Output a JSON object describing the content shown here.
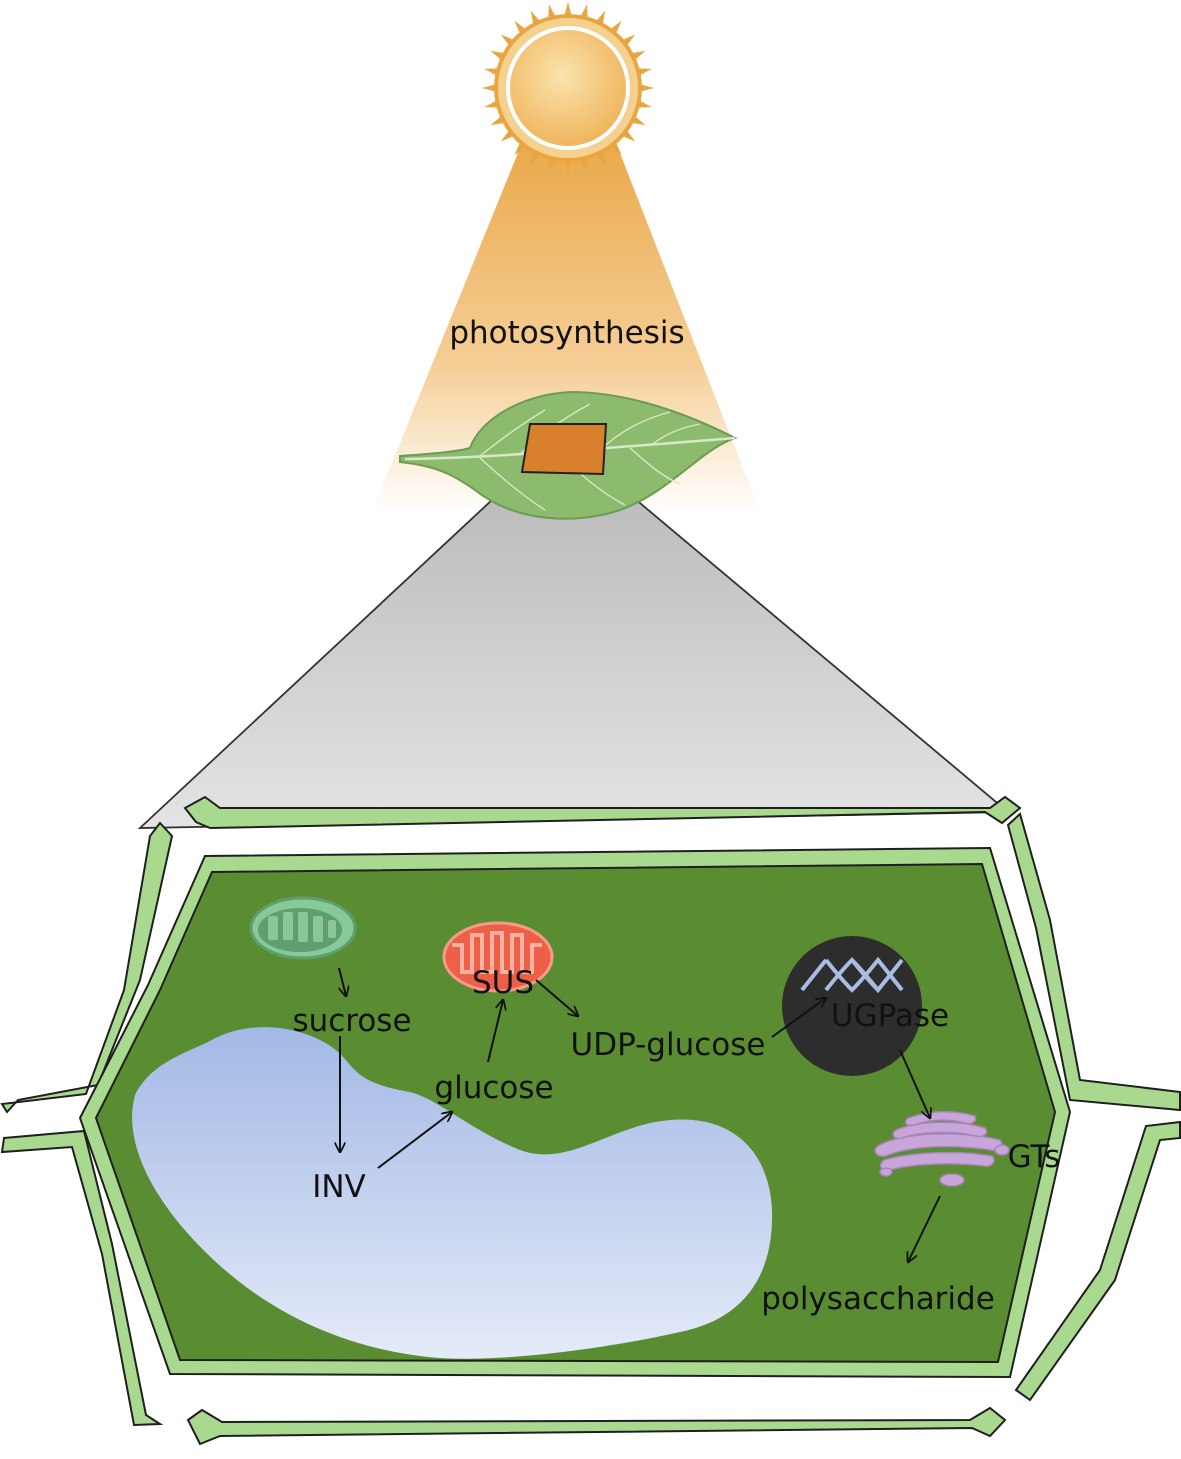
{
  "diagram": {
    "labels": {
      "photosynthesis": "photosynthesis",
      "sucrose": "sucrose",
      "inv": "INV",
      "glucose": "glucose",
      "sus": "SUS",
      "udp_glucose": "UDP-glucose",
      "ugpase": "UGPase",
      "gts": "GTs",
      "polysaccharide": "polysaccharide"
    },
    "colors": {
      "sun_core": "#f3c77c",
      "sun_rays": "#e8a642",
      "light_beam": "#efb45f",
      "leaf": "#8ab86b",
      "leaf_patch": "#d9802c",
      "zoom_funnel": "#c7c7c7",
      "cell_wall": "#a9d98e",
      "cytoplasm": "#5a8d31",
      "vacuole": "#b3c6ea",
      "mitochondrion": "#f06a52",
      "chloroplast": "#6aa873",
      "nucleus": "#2d2d2d",
      "golgi": "#c9a6d9",
      "arrow": "#111111"
    },
    "icons": [
      "sun-icon",
      "leaf-icon",
      "chloroplast-icon",
      "mitochondrion-icon",
      "nucleus-icon",
      "dna-icon",
      "golgi-icon",
      "vacuole-icon"
    ]
  }
}
